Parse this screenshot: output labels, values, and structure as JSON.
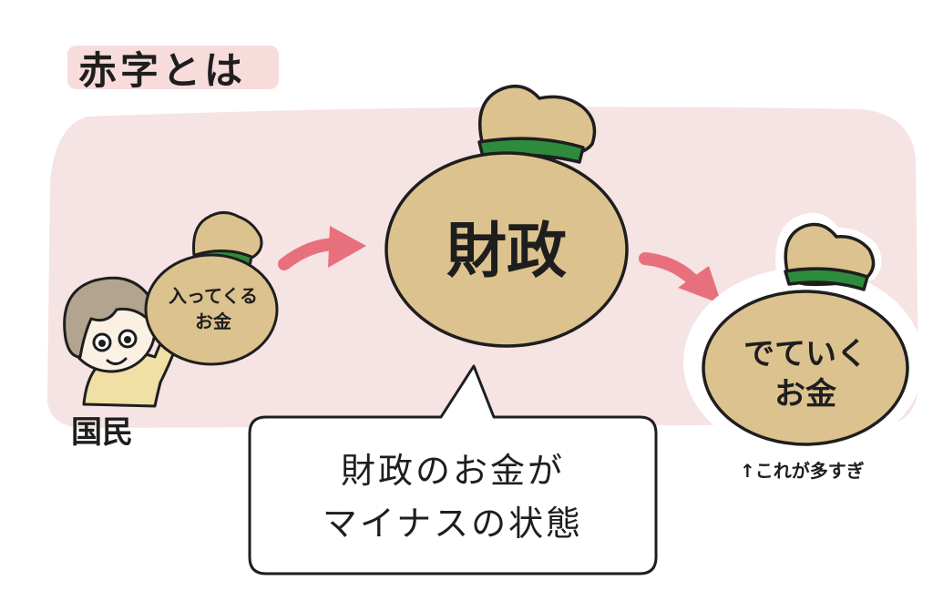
{
  "title": "赤字とは",
  "citizen_label": "国民",
  "bags": {
    "income": {
      "line1": "入ってくる",
      "line2": "お金"
    },
    "finance": {
      "label": "財政"
    },
    "expense": {
      "line1": "でていく",
      "line2": "お金"
    }
  },
  "expense_note": "↑これが多すぎ",
  "callout": {
    "line1": "財政のお金が",
    "line2": "マイナスの状態"
  },
  "colors": {
    "panel_pink": "#f6e3e3",
    "title_highlight": "#f8dcdc",
    "bag_tan": "#dcc28e",
    "bag_tie_green": "#2e8b3c",
    "arrow_red": "#e8707c",
    "outline": "#1e1e1e",
    "hair": "#b3a48f",
    "shirt": "#f1dfa6"
  }
}
